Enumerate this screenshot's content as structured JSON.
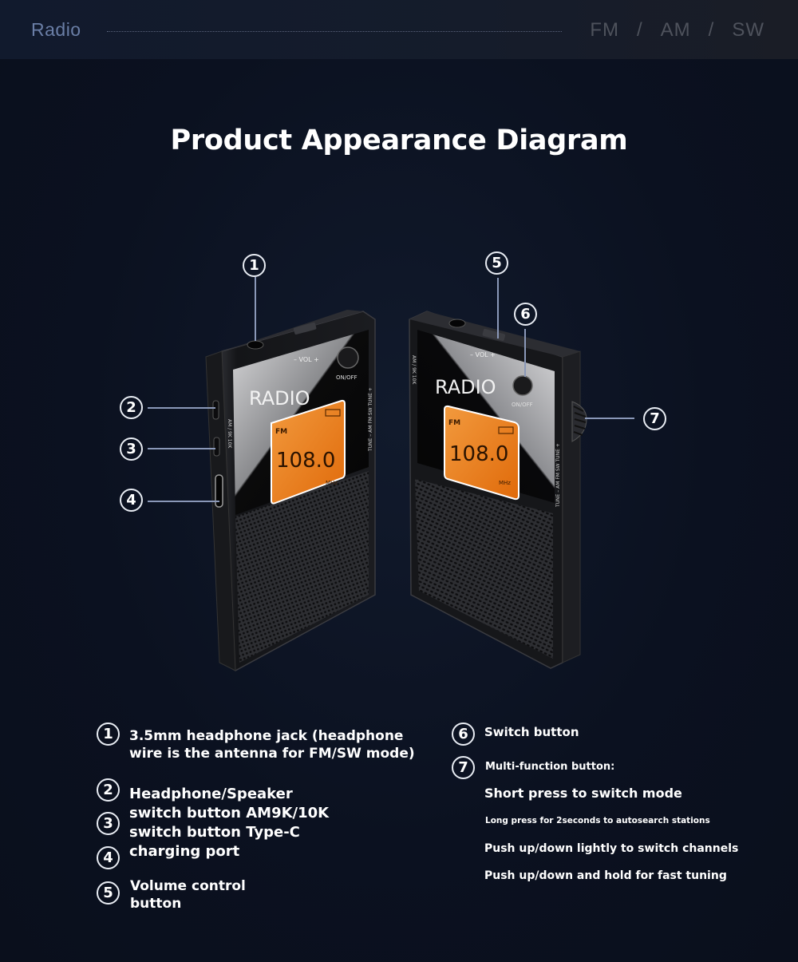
{
  "header": {
    "brand": "Radio",
    "modes": [
      "FM",
      "AM",
      "SW"
    ],
    "separator": "/"
  },
  "title": "Product Appearance Diagram",
  "device": {
    "logo": "RADIO",
    "display_band": "FM",
    "display_frequency": "108.0",
    "display_unit": "MHz",
    "volume_label": "– VOL +",
    "power_label": "ON/OFF",
    "side_label_right": "TUNE – AM FM SW TUNE +",
    "side_label_left": "AM / 9K  10K",
    "screen_color": "#e8720c",
    "body_color": "#1c1d21"
  },
  "callouts": [
    "1",
    "2",
    "3",
    "4",
    "5",
    "6",
    "7"
  ],
  "legend": {
    "left": [
      {
        "num": "1",
        "lines": [
          "3.5mm headphone jack (headphone",
          "wire is the antenna for FM/SW mode)"
        ]
      },
      {
        "num": "2",
        "lines": [
          "Headphone/Speaker"
        ]
      },
      {
        "num": "3",
        "lines": [
          "switch button AM9K/10K",
          "switch button Type-C"
        ]
      },
      {
        "num": "4",
        "lines": [
          "charging port"
        ]
      },
      {
        "num": "5",
        "lines": [
          "Volume control",
          "button"
        ]
      }
    ],
    "right": [
      {
        "num": "6",
        "lines": [
          "Switch button"
        ]
      },
      {
        "num": "7",
        "lines": [
          "Multi-function button:"
        ]
      }
    ],
    "details": [
      "Short press to switch mode",
      "Long press for 2seconds to autosearch stations",
      "Push up/down lightly to switch channels",
      "Push up/down and hold for fast tuning"
    ]
  }
}
